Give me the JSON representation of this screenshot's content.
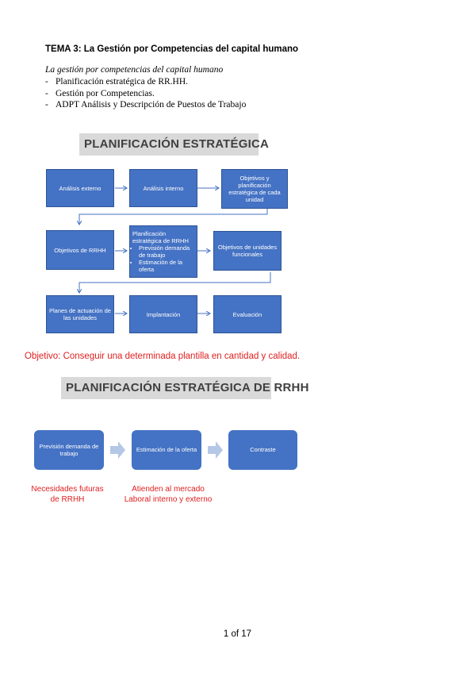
{
  "header": {
    "title": "TEMA 3: La Gestión por Competencias del capital humano",
    "subtitle": "La gestión por competencias del capital humano",
    "bullets": [
      "Planificación estratégica de RR.HH.",
      "Gestión por Competencias.",
      "ADPT Análisis y Descripción de Puestos de Trabajo"
    ],
    "bullet_marker": "-"
  },
  "diagram1": {
    "banner": "PLANIFICACIÓN ESTRATÉGICA",
    "row1": [
      "Análisis externo",
      "Análisis interno",
      "Objetivos y planificación estratégica de cada unidad"
    ],
    "row2": {
      "left": "Objetivos de RRHH",
      "middle_title": "Planificación estratégica de RRHH",
      "middle_items": [
        "Previsión demanda de trabajo",
        "Estimación de la oferta"
      ],
      "right": "Objetivos de unidades funcionales"
    },
    "row3": [
      "Planes de actuación de las unidades",
      "Implantación",
      "Evaluación"
    ],
    "objective": "Objetivo: Conseguir una determinada plantilla en cantidad y calidad."
  },
  "diagram2": {
    "banner": "PLANIFICACIÓN ESTRATÉGICA DE RRHH",
    "boxes": [
      "Previsión demanda de trabajo",
      "Estimación de la oferta",
      "Contraste"
    ],
    "note1": [
      "Necesidades futuras",
      "de RRHH"
    ],
    "note2": [
      "Atienden al mercado",
      "Laboral interno y externo"
    ]
  },
  "footer": {
    "page": "1 of 17"
  },
  "colors": {
    "box": "#4472c4",
    "red": "#e02020",
    "banner_bg": "#d9d9d9"
  }
}
